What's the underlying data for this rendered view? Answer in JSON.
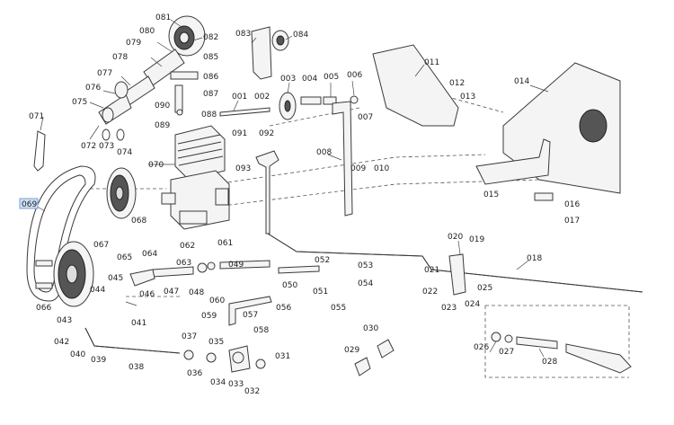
{
  "labels": [
    {
      "id": "081",
      "text": "081"
    },
    {
      "id": "080",
      "text": "080"
    },
    {
      "id": "082",
      "text": "082"
    },
    {
      "id": "079",
      "text": "079"
    },
    {
      "id": "078",
      "text": "078"
    },
    {
      "id": "085",
      "text": "085"
    },
    {
      "id": "077",
      "text": "077"
    },
    {
      "id": "086",
      "text": "086"
    },
    {
      "id": "076",
      "text": "076"
    },
    {
      "id": "087",
      "text": "087"
    },
    {
      "id": "075",
      "text": "075"
    },
    {
      "id": "090",
      "text": "090"
    },
    {
      "id": "088",
      "text": "088"
    },
    {
      "id": "089",
      "text": "089"
    },
    {
      "id": "071",
      "text": "071"
    },
    {
      "id": "072",
      "text": "072"
    },
    {
      "id": "073",
      "text": "073"
    },
    {
      "id": "074",
      "text": "074"
    },
    {
      "id": "083",
      "text": "083"
    },
    {
      "id": "084",
      "text": "084"
    },
    {
      "id": "003",
      "text": "003"
    },
    {
      "id": "004",
      "text": "004"
    },
    {
      "id": "005",
      "text": "005"
    },
    {
      "id": "006",
      "text": "006"
    },
    {
      "id": "001",
      "text": "001"
    },
    {
      "id": "002",
      "text": "002"
    },
    {
      "id": "007",
      "text": "007"
    },
    {
      "id": "011",
      "text": "011"
    },
    {
      "id": "012",
      "text": "012"
    },
    {
      "id": "013",
      "text": "013"
    },
    {
      "id": "014",
      "text": "014"
    },
    {
      "id": "091",
      "text": "091"
    },
    {
      "id": "092",
      "text": "092"
    },
    {
      "id": "093",
      "text": "093"
    },
    {
      "id": "070",
      "text": "070"
    },
    {
      "id": "008",
      "text": "008"
    },
    {
      "id": "009",
      "text": "009"
    },
    {
      "id": "010",
      "text": "010"
    },
    {
      "id": "015",
      "text": "015"
    },
    {
      "id": "016",
      "text": "016"
    },
    {
      "id": "017",
      "text": "017"
    },
    {
      "id": "069",
      "text": "069"
    },
    {
      "id": "068",
      "text": "068"
    },
    {
      "id": "062",
      "text": "062"
    },
    {
      "id": "061",
      "text": "061"
    },
    {
      "id": "067",
      "text": "067"
    },
    {
      "id": "065",
      "text": "065"
    },
    {
      "id": "064",
      "text": "064"
    },
    {
      "id": "063",
      "text": "063"
    },
    {
      "id": "049",
      "text": "049"
    },
    {
      "id": "020",
      "text": "020"
    },
    {
      "id": "019",
      "text": "019"
    },
    {
      "id": "018",
      "text": "018"
    },
    {
      "id": "045",
      "text": "045"
    },
    {
      "id": "047",
      "text": "047"
    },
    {
      "id": "048",
      "text": "048"
    },
    {
      "id": "052",
      "text": "052"
    },
    {
      "id": "053",
      "text": "053"
    },
    {
      "id": "021",
      "text": "021"
    },
    {
      "id": "044",
      "text": "044"
    },
    {
      "id": "046",
      "text": "046"
    },
    {
      "id": "050",
      "text": "050"
    },
    {
      "id": "054",
      "text": "054"
    },
    {
      "id": "022",
      "text": "022"
    },
    {
      "id": "025",
      "text": "025"
    },
    {
      "id": "066",
      "text": "066"
    },
    {
      "id": "060",
      "text": "060"
    },
    {
      "id": "051",
      "text": "051"
    },
    {
      "id": "024",
      "text": "024"
    },
    {
      "id": "023",
      "text": "023"
    },
    {
      "id": "043",
      "text": "043"
    },
    {
      "id": "041",
      "text": "041"
    },
    {
      "id": "059",
      "text": "059"
    },
    {
      "id": "057",
      "text": "057"
    },
    {
      "id": "056",
      "text": "056"
    },
    {
      "id": "055",
      "text": "055"
    },
    {
      "id": "058",
      "text": "058"
    },
    {
      "id": "030",
      "text": "030"
    },
    {
      "id": "042",
      "text": "042"
    },
    {
      "id": "037",
      "text": "037"
    },
    {
      "id": "035",
      "text": "035"
    },
    {
      "id": "026",
      "text": "026"
    },
    {
      "id": "027",
      "text": "027"
    },
    {
      "id": "040",
      "text": "040"
    },
    {
      "id": "039",
      "text": "039"
    },
    {
      "id": "029",
      "text": "029"
    },
    {
      "id": "031",
      "text": "031"
    },
    {
      "id": "038",
      "text": "038"
    },
    {
      "id": "036",
      "text": "036"
    },
    {
      "id": "034",
      "text": "034"
    },
    {
      "id": "033",
      "text": "033"
    },
    {
      "id": "028",
      "text": "028"
    },
    {
      "id": "032",
      "text": "032"
    }
  ],
  "highlight": {
    "label_id": "069",
    "color": "#cfe0f5"
  }
}
